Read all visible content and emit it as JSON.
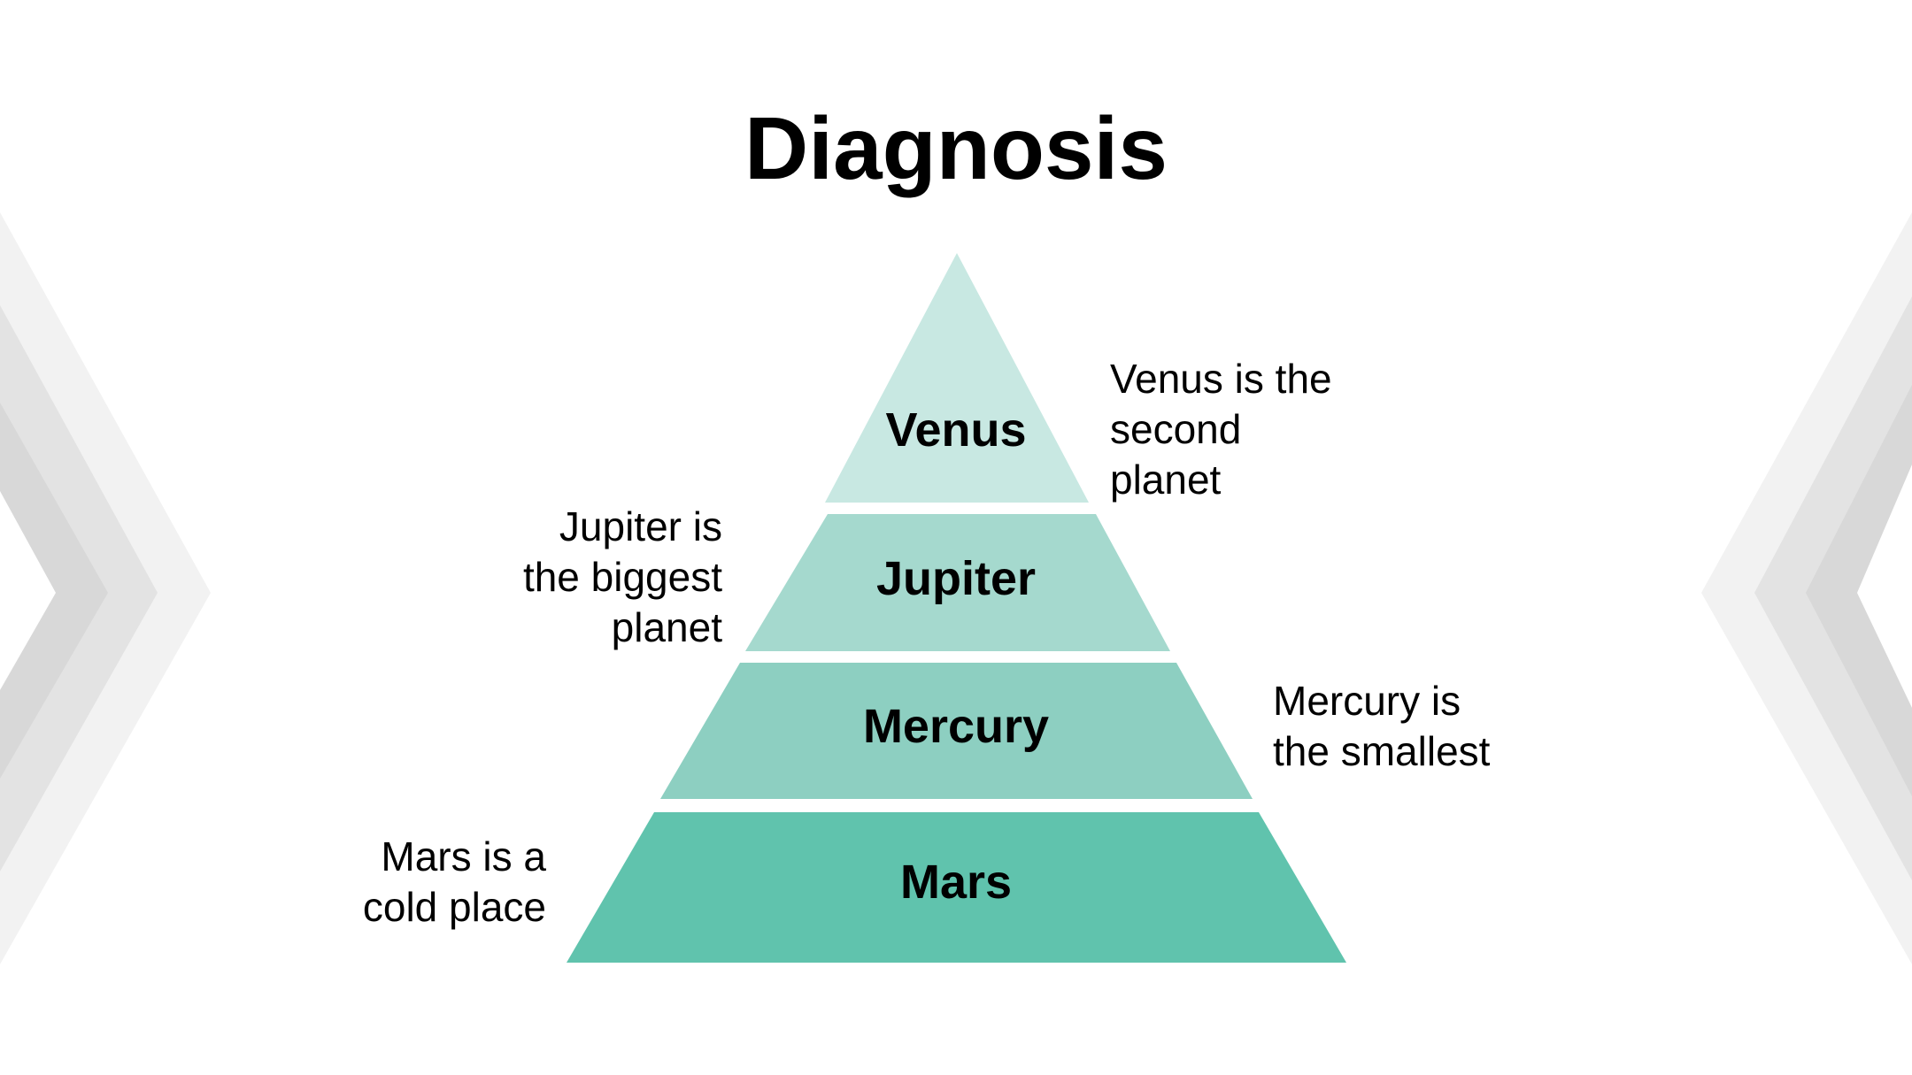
{
  "title": "Diagnosis",
  "colors": {
    "tier_venus": "#c8e8e2",
    "tier_jupiter": "#a5d9ce",
    "tier_mercury": "#8dcfc1",
    "tier_mars": "#60c3ad",
    "deco_light": "#f2f2f2",
    "deco_mid": "#e3e3e3",
    "deco_dark": "#d8d8d8"
  },
  "tiers": [
    {
      "label": "Venus"
    },
    {
      "label": "Jupiter"
    },
    {
      "label": "Mercury"
    },
    {
      "label": "Mars"
    }
  ],
  "notes": {
    "venus": [
      "Venus is the",
      "second",
      "planet"
    ],
    "jupiter": [
      "Jupiter is",
      "the biggest",
      "planet"
    ],
    "mercury": [
      "Mercury is",
      "the smallest"
    ],
    "mars": [
      "Mars is a",
      "cold place"
    ]
  }
}
